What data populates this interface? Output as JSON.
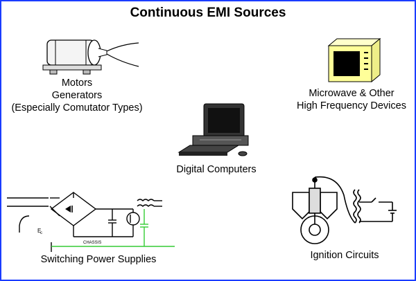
{
  "title": "Continuous EMI Sources",
  "sources": {
    "motors": {
      "lines": [
        "Motors",
        "Generators",
        "(Especially Comutator Types)"
      ],
      "icon": "motor-icon"
    },
    "microwave": {
      "lines": [
        "Microwave & Other",
        "High Frequency Devices"
      ],
      "icon": "microwave-oven-icon"
    },
    "computers": {
      "lines": [
        "Digital Computers"
      ],
      "icon": "computer-icon"
    },
    "power_supplies": {
      "lines": [
        "Switching Power Supplies"
      ],
      "icon": "switching-circuit-icon",
      "inner_labels": [
        "E",
        "c",
        "CHASSIS"
      ]
    },
    "ignition": {
      "lines": [
        "Ignition Circuits"
      ],
      "icon": "ignition-engine-icon"
    }
  },
  "colors": {
    "border": "#1a3cff",
    "chassis_wire": "#33cc33",
    "microwave_body": "#ffff99"
  }
}
